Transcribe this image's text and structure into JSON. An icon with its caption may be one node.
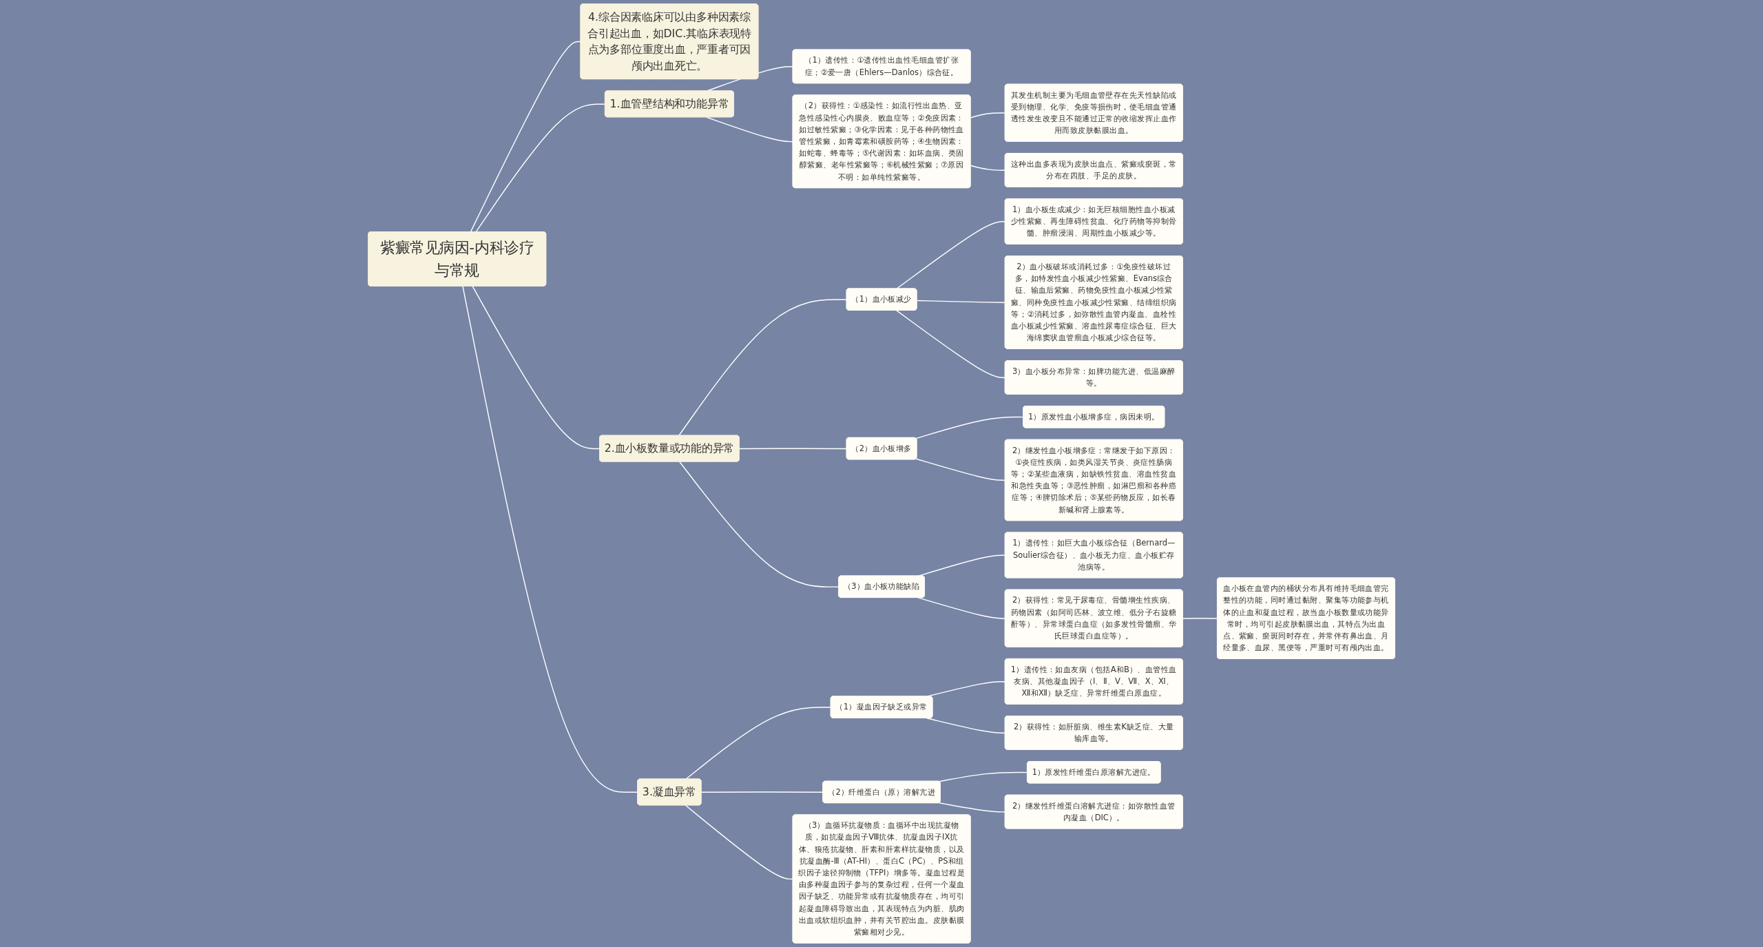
{
  "diagram": {
    "nodes": [
      {
        "text": [
          "紫癜常见病因-内科诊疗与常规"
        ]
      },
      {
        "text": [
          "1.血管壁结构和功能异常"
        ]
      },
      {
        "text": [
          "（1）遗传性：①遗传性出血性毛细血管扩张症；②爱一唐（Ehlers—Danlos）综合征。"
        ]
      },
      {
        "text": [
          "（2）获得性：①感染性：如流行性出血热、亚急性感染性心内膜炎、败血症等；②免疫因素：如过敏性紫癜；③化学因素：见于各种药物性血管性紫癜，如青霉素和磺胺药等；④生物因素：如蛇毒、蜂毒等；⑤代谢因素：如坏血病、类固醇紫癜、老年性紫癜等；⑥机械性紫癜；⑦原因不明：如单纯性紫癜等。"
        ]
      },
      {
        "text": [
          "其发生机制主要为毛细血管壁存在先天性缺陷或受到物理、化学、免疫等损伤时，使毛细血管通透性发生改变且不能通过正常的收缩发挥止血作用而致皮肤黏膜出血。"
        ]
      },
      {
        "text": [
          "这种出血多表现为皮肤出血点、紫癜或瘀斑，常分布在四肢、手足的皮肤。"
        ]
      },
      {
        "text": [
          "2.血小板数量或功能的异常"
        ]
      },
      {
        "text": [
          "（1）血小板减少"
        ]
      },
      {
        "text": [
          "1）血小板生成减少：如无巨核细胞性血小板减少性紫癜、再生障碍性贫血、化疗药物等抑制骨髓、肿瘤浸润、周期性血小板减少等。"
        ]
      },
      {
        "text": [
          "2）血小板破坏或消耗过多：①免疫性破坏过多，如特发性血小板减少性紫癜、Evans综合征、输血后紫癜、药物免疫性血小板减少性紫癜、同种免疫性血小板减少性紫癜、结缔组织病等；②消耗过多，如弥散性血管内凝血、血栓性血小板减少性紫癜、溶血性尿毒症综合征、巨大海绵窦状血管瘤血小板减少综合征等。"
        ]
      },
      {
        "text": [
          "3）血小板分布异常：如脾功能亢进、低温麻醉等。"
        ]
      },
      {
        "text": [
          "（2）血小板增多"
        ]
      },
      {
        "text": [
          "1）原发性血小板增多症，病因未明。"
        ]
      },
      {
        "text": [
          "2）继发性血小板增多症：常继发于如下原因：①炎症性疾病，如类风湿关节炎、炎症性肠病等；②某些血液病，如缺铁性贫血、溶血性贫血和急性失血等；③恶性肿瘤，如淋巴瘤和各种癌症等；④脾切除术后；⑤某些药物反应，如长春新碱和肾上腺素等。"
        ]
      },
      {
        "text": [
          "（3）血小板功能缺陷"
        ]
      },
      {
        "text": [
          "1）遗传性：如巨大血小板综合征（Bernard—Soulier综合征）、血小板无力症、血小板贮存池病等。"
        ]
      },
      {
        "text": [
          "2）获得性：常见于尿毒症、骨髓增生性疾病、药物因素（如阿司匹林、波立维、低分子右旋糖酐等）、异常球蛋白血症（如多发性骨髓瘤、华氏巨球蛋白血症等）。"
        ]
      },
      {
        "text": [
          "血小板在血管内的桶状分布具有维持毛细血管完整性的功能，同时通过黏附、聚集等功能参与机体的止血和凝血过程，故当血小板数量或功能异常时，均可引起皮肤黏膜出血，其特点为出血点、紫癜、瘀斑同时存在，并常伴有鼻出血、月经量多、血尿、黑便等，严重时可有颅内出血。"
        ]
      },
      {
        "text": [
          "3.凝血异常"
        ]
      },
      {
        "text": [
          "（1）凝血因子缺乏或异常"
        ]
      },
      {
        "text": [
          "1）遗传性：如血友病（包括A和B）、血管性血友病、其他凝血因子（Ⅰ、Ⅱ、Ⅴ、Ⅶ、Ⅹ、Ⅺ、Ⅻ和Ⅻ）缺乏症、异常纤维蛋白原血症。"
        ]
      },
      {
        "text": [
          "2）获得性：如肝脏病、维生素K缺乏症、大量输库血等。"
        ]
      },
      {
        "text": [
          "（2）纤维蛋白（原）溶解亢进"
        ]
      },
      {
        "text": [
          "1）原发性纤维蛋白原溶解亢进症。"
        ]
      },
      {
        "text": [
          "2）继发性纤维蛋白溶解亢进症：如弥散性血管内凝血（DIC）。"
        ]
      },
      {
        "text": [
          "（3）血循环抗凝物质：血循环中出现抗凝物质，如抗凝血因子Ⅷ抗体、抗凝血因子IX抗体、狼疮抗凝物、肝素和肝素样抗凝物质，以及抗凝血酶-Ⅲ（AT-HI）、蛋白C（PC）、PS和组织因子途径抑制物（TFPI）增多等。凝血过程是由多种凝血因子参与的复杂过程，任何一个凝血因子缺乏、功能异常或有抗凝物质存在，均可引起凝血障碍导致出血，其表现特点为内脏、肌肉出血或软组织血肿，并有关节腔出血。皮肤黏膜紫癜相对少见。"
        ]
      },
      {
        "text": [
          "4.综合因素临床可以由多种因素综合引起出血，如DIC.其临床表现特点为多部位重度出血，严重者可因颅内出血死亡。"
        ]
      }
    ],
    "edges": [
      {
        "from": 0,
        "to": 1,
        "arrow": "none"
      },
      {
        "from": 1,
        "to": 2,
        "arrow": "none"
      },
      {
        "from": 1,
        "to": 3,
        "arrow": "none"
      },
      {
        "from": 3,
        "to": 4,
        "arrow": "none"
      },
      {
        "from": 3,
        "to": 5,
        "arrow": "none"
      },
      {
        "from": 0,
        "to": 6,
        "arrow": "none"
      },
      {
        "from": 6,
        "to": 7,
        "arrow": "none"
      },
      {
        "from": 7,
        "to": 8,
        "arrow": "none"
      },
      {
        "from": 7,
        "to": 9,
        "arrow": "none"
      },
      {
        "from": 7,
        "to": 10,
        "arrow": "none"
      },
      {
        "from": 6,
        "to": 11,
        "arrow": "none"
      },
      {
        "from": 11,
        "to": 12,
        "arrow": "none"
      },
      {
        "from": 11,
        "to": 13,
        "arrow": "none"
      },
      {
        "from": 6,
        "to": 14,
        "arrow": "none"
      },
      {
        "from": 14,
        "to": 15,
        "arrow": "none"
      },
      {
        "from": 14,
        "to": 16,
        "arrow": "none"
      },
      {
        "from": 16,
        "to": 17,
        "arrow": "none"
      },
      {
        "from": 0,
        "to": 18,
        "arrow": "none"
      },
      {
        "from": 18,
        "to": 19,
        "arrow": "none"
      },
      {
        "from": 19,
        "to": 20,
        "arrow": "none"
      },
      {
        "from": 19,
        "to": 21,
        "arrow": "none"
      },
      {
        "from": 18,
        "to": 22,
        "arrow": "none"
      },
      {
        "from": 22,
        "to": 23,
        "arrow": "none"
      },
      {
        "from": 22,
        "to": 24,
        "arrow": "none"
      },
      {
        "from": 18,
        "to": 25,
        "arrow": "none"
      },
      {
        "from": 0,
        "to": 26,
        "arrow": "none"
      }
    ]
  }
}
